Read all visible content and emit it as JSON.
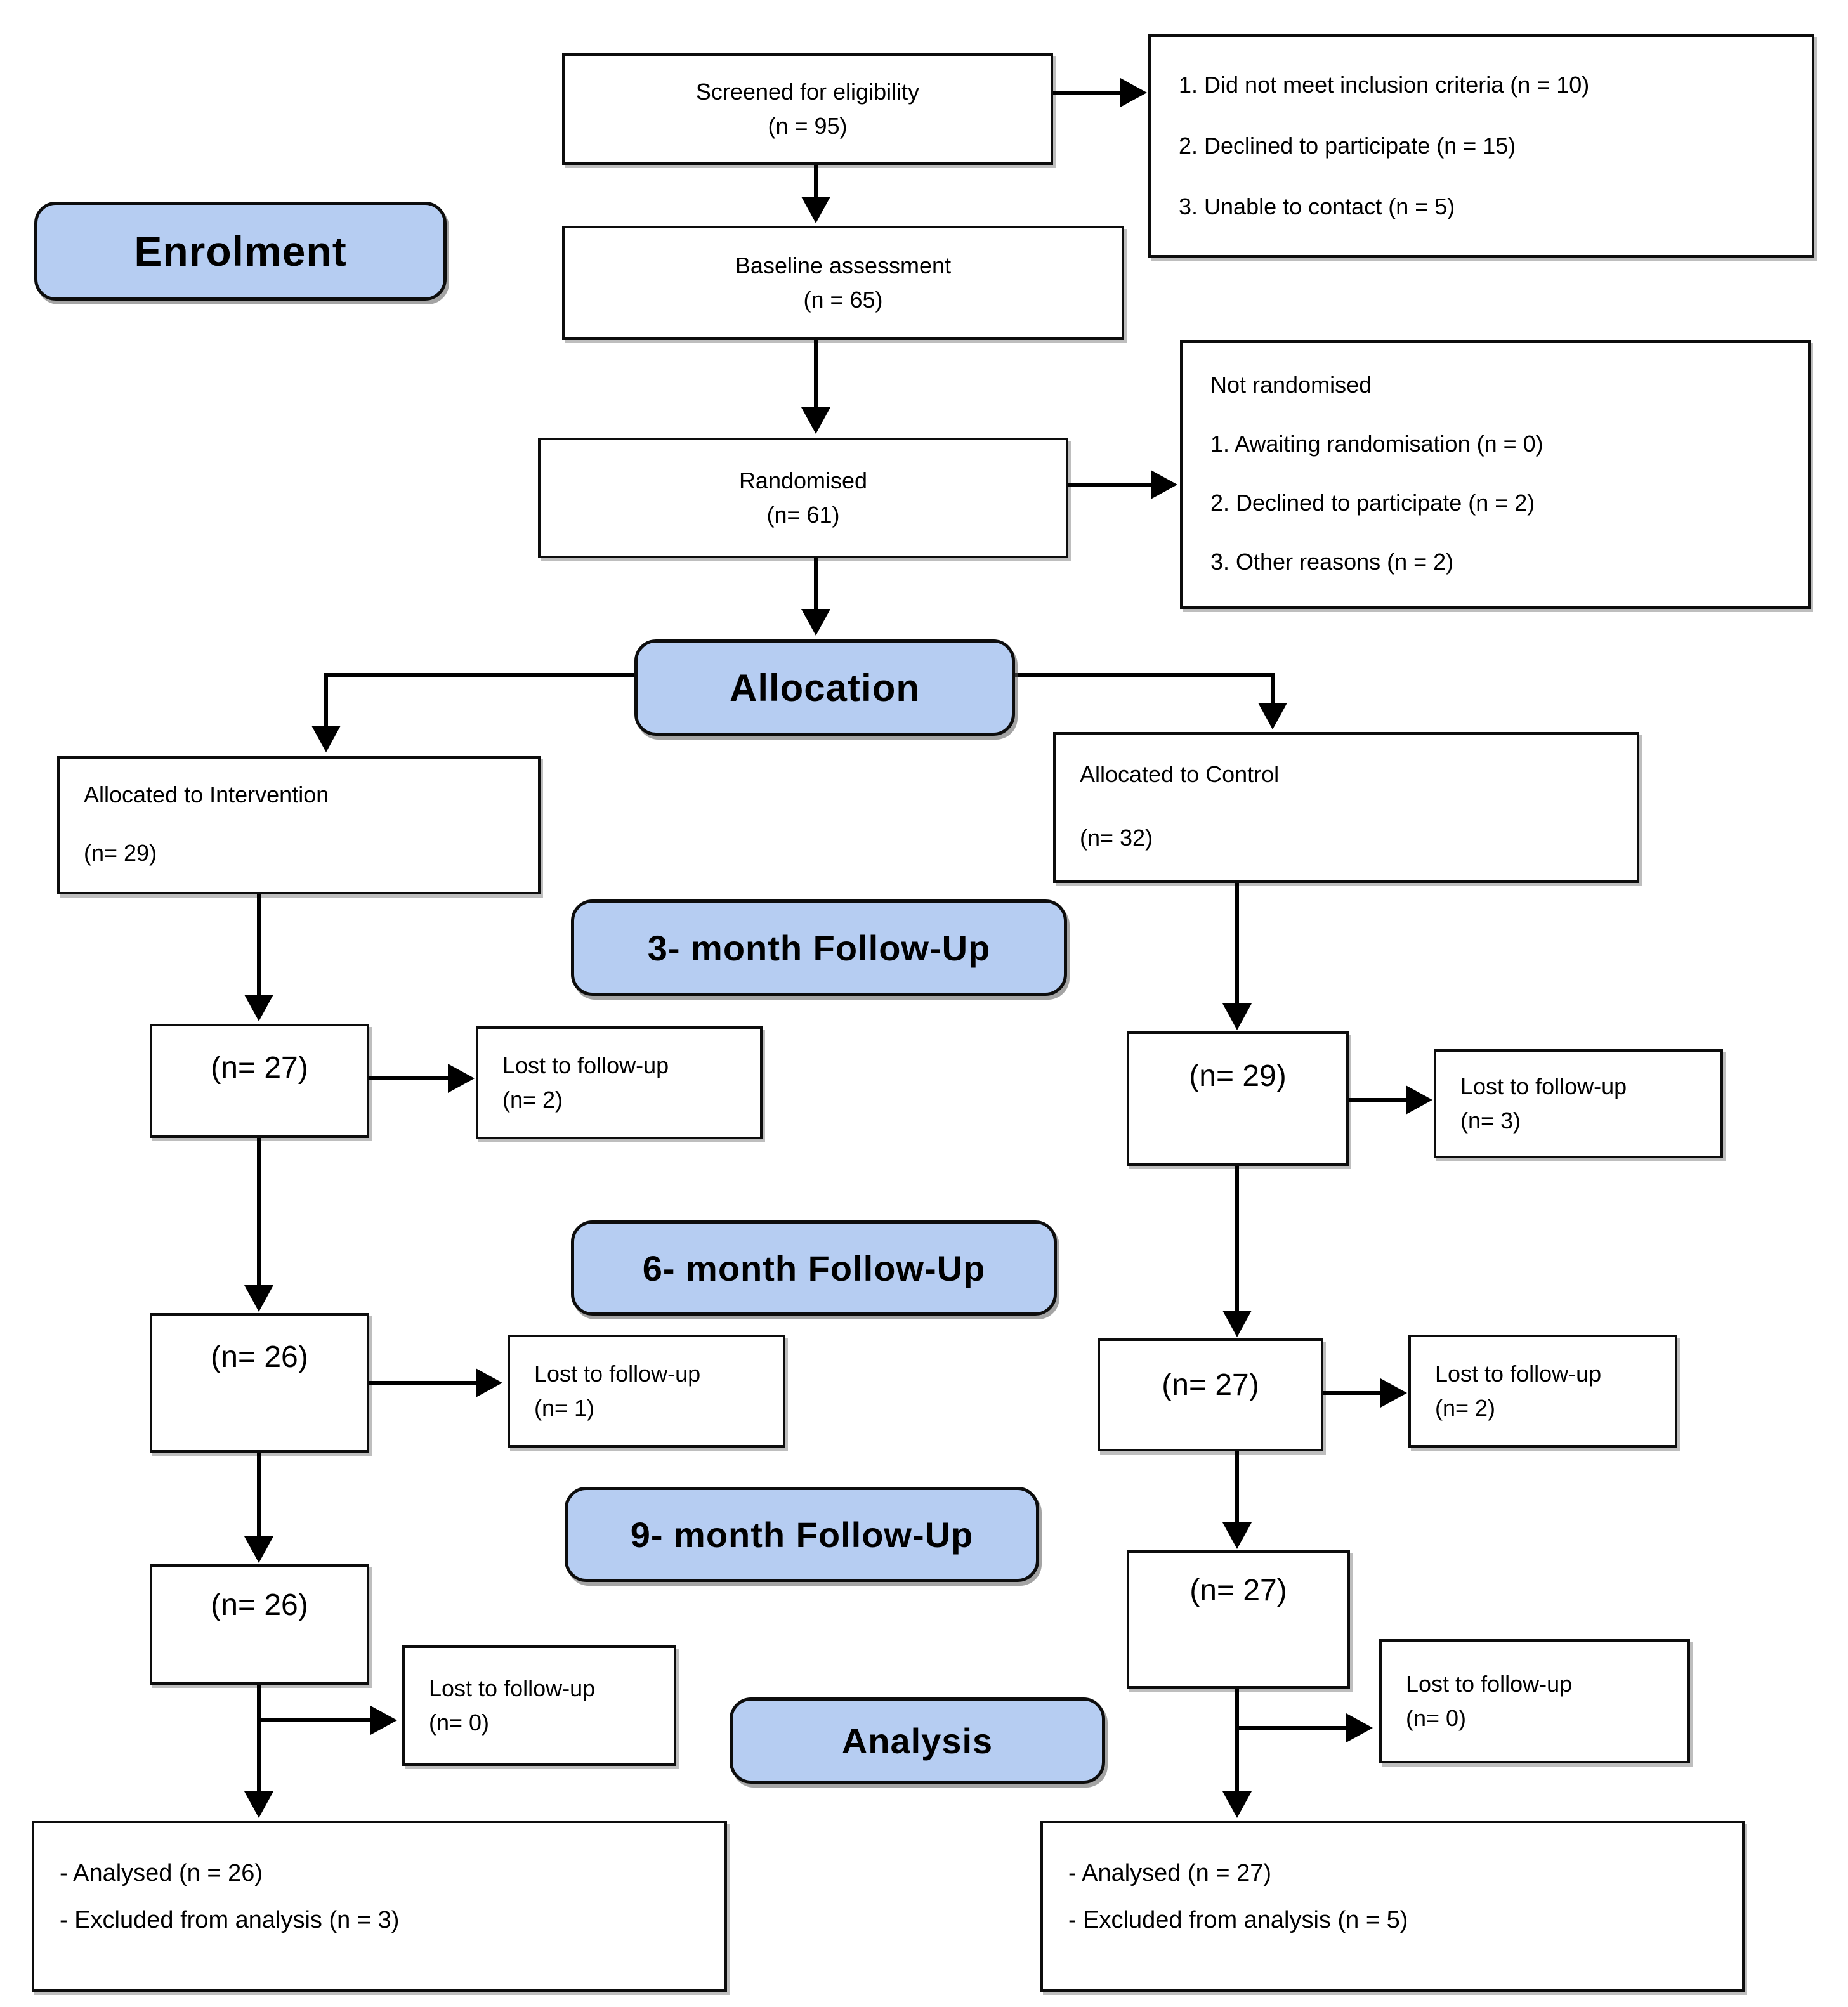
{
  "colors": {
    "stage_label_fill": "#b6cdf2",
    "line": "#000000",
    "box_border": "#0d0d0d",
    "background": "#ffffff"
  },
  "stages": {
    "enrolment": "Enrolment",
    "allocation": "Allocation",
    "fu3": "3- month Follow-Up",
    "fu6": "6- month Follow-Up",
    "fu9": "9- month Follow-Up",
    "analysis": "Analysis"
  },
  "boxes": {
    "screened": {
      "line1": "Screened for eligibility",
      "line2": "(n = 95)"
    },
    "screen_exclusions": {
      "items": [
        "1. Did not meet inclusion criteria (n = 10)",
        "2. Declined to participate (n = 15)",
        "3. Unable to contact (n = 5)"
      ]
    },
    "baseline": {
      "line1": "Baseline assessment",
      "line2": "(n = 65)"
    },
    "randomised": {
      "line1": "Randomised",
      "line2": "(n= 61)"
    },
    "not_randomised": {
      "title": "Not randomised",
      "items": [
        "1. Awaiting randomisation (n = 0)",
        "2. Declined to participate (n = 2)",
        "3. Other reasons (n = 2)"
      ]
    },
    "alloc_intervention": {
      "line1": "Allocated to Intervention",
      "line2": "(n= 29)"
    },
    "alloc_control": {
      "line1": "Allocated to Control",
      "line2": "(n= 32)"
    },
    "fu3_intervention": {
      "n": "(n= 27)"
    },
    "fu3_intervention_lost": {
      "line1": "Lost to follow-up",
      "line2": "(n= 2)"
    },
    "fu3_control": {
      "n": "(n= 29)"
    },
    "fu3_control_lost": {
      "line1": "Lost to follow-up",
      "line2": "(n= 3)"
    },
    "fu6_intervention": {
      "n": "(n= 26)"
    },
    "fu6_intervention_lost": {
      "line1": "Lost to follow-up",
      "line2": "(n= 1)"
    },
    "fu6_control": {
      "n": "(n= 27)"
    },
    "fu6_control_lost": {
      "line1": "Lost to follow-up",
      "line2": "(n= 2)"
    },
    "fu9_intervention": {
      "n": "(n= 26)"
    },
    "fu9_intervention_lost": {
      "line1": "Lost to follow-up",
      "line2": "(n= 0)"
    },
    "fu9_control": {
      "n": "(n= 27)"
    },
    "fu9_control_lost": {
      "line1": "Lost to follow-up",
      "line2": "(n= 0)"
    },
    "analysed_intervention": {
      "line1": "- Analysed  (n = 26)",
      "line2": "- Excluded from analysis (n = 3)"
    },
    "analysed_control": {
      "line1": "- Analysed  (n = 27)",
      "line2": "- Excluded from analysis (n = 5)"
    }
  }
}
